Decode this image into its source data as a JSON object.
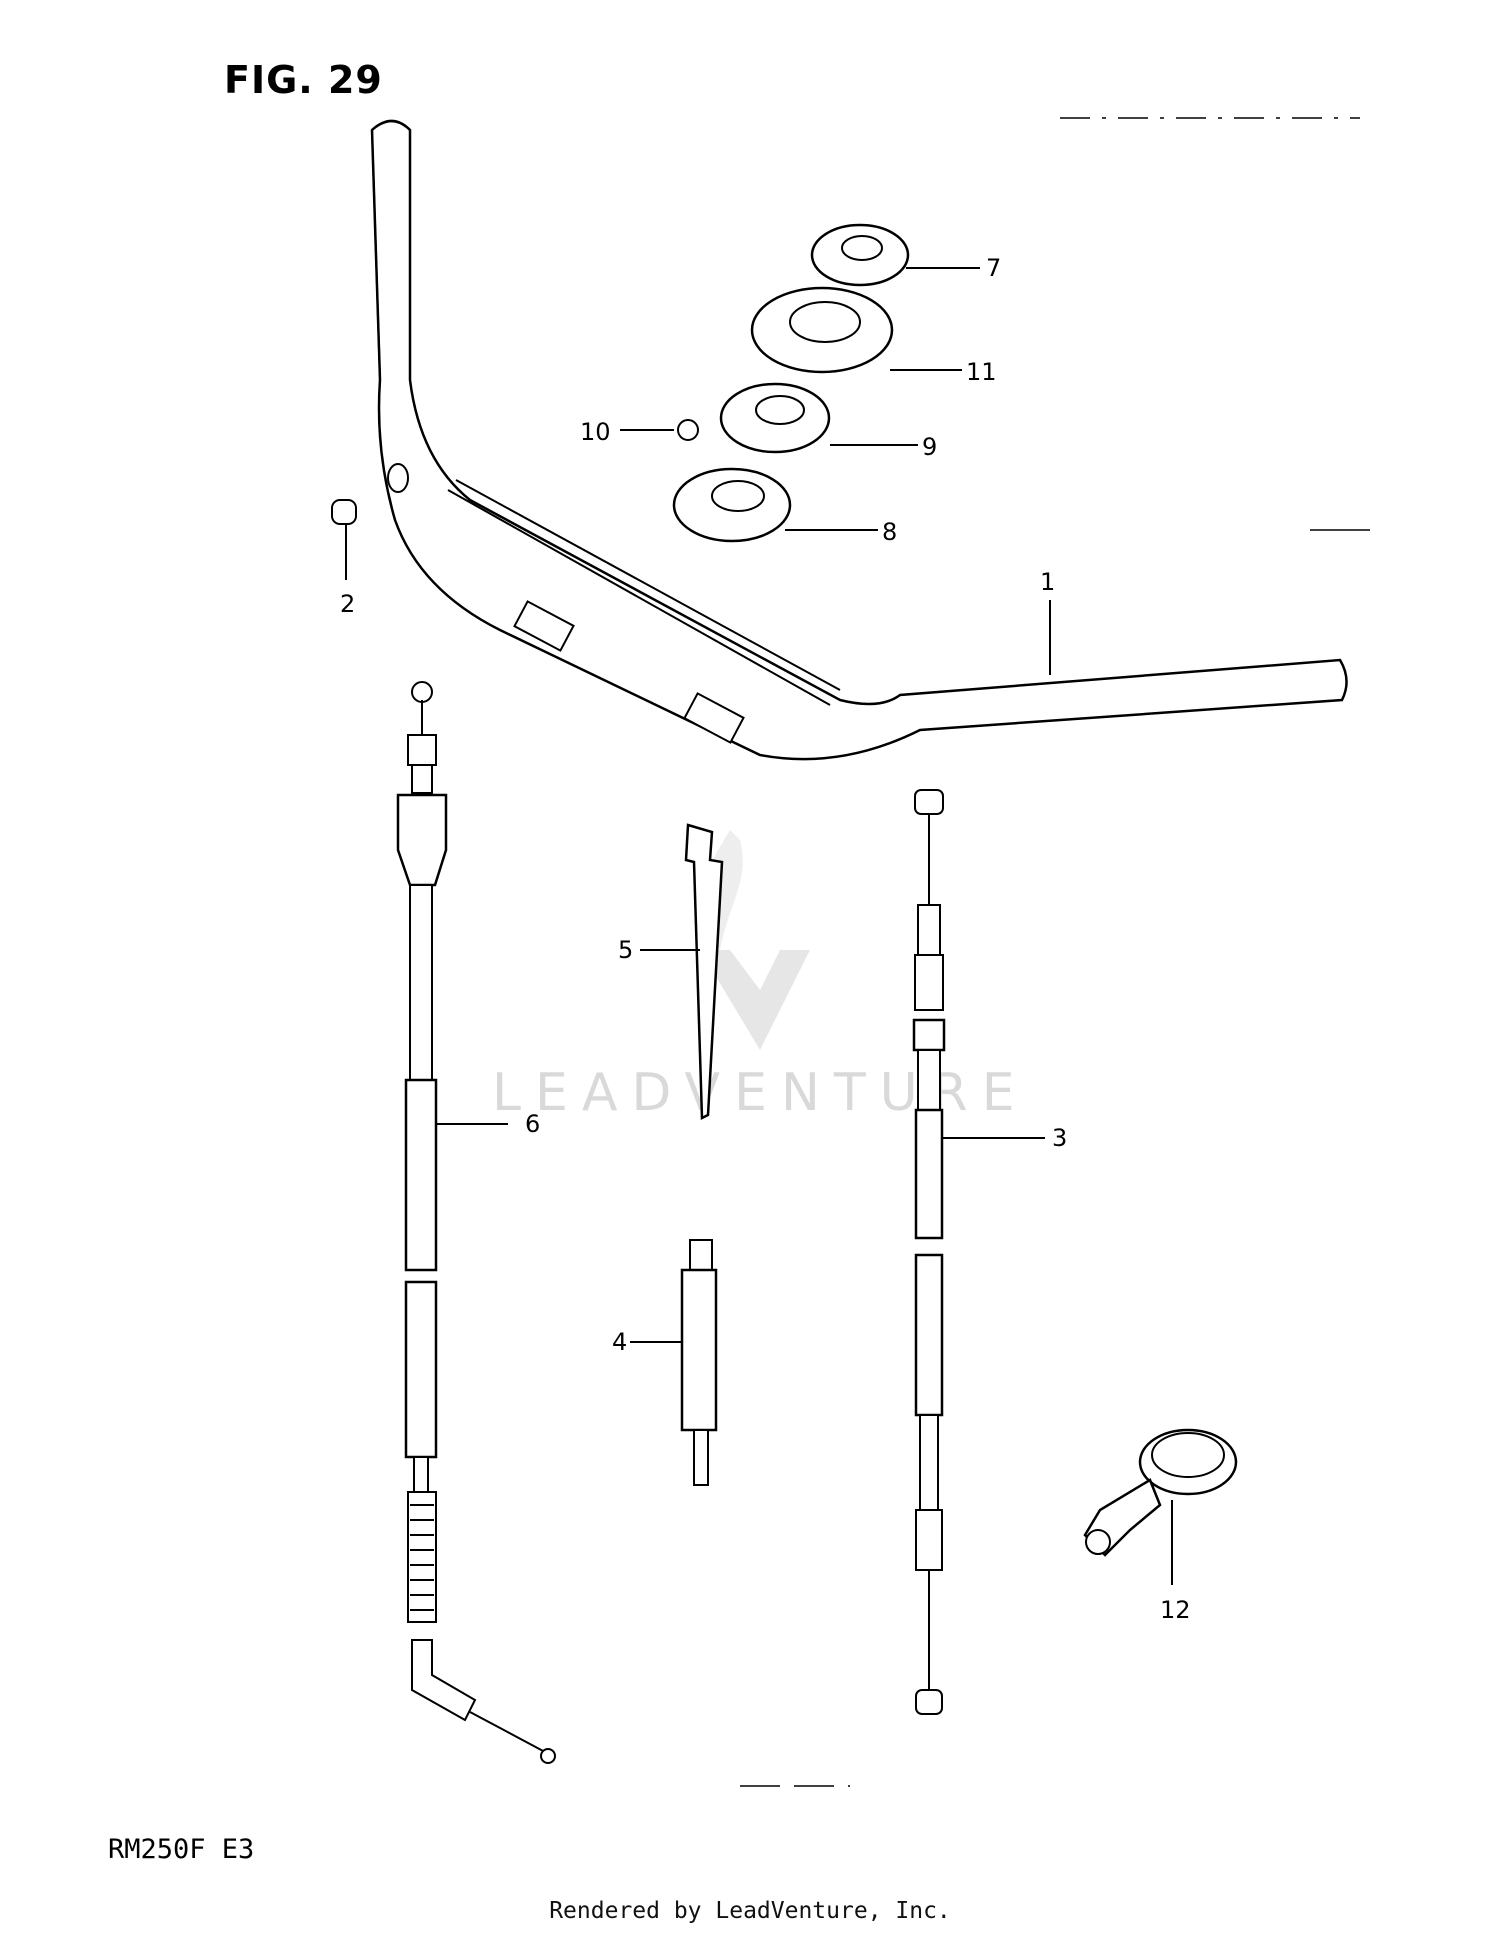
{
  "figure": {
    "title": "FIG. 29",
    "model": "RM250F E3",
    "footer": "Rendered by LeadVenture, Inc.",
    "watermark": "LEADVENTURE"
  },
  "callouts": [
    {
      "id": "1",
      "label": "1"
    },
    {
      "id": "2",
      "label": "2"
    },
    {
      "id": "3",
      "label": "3"
    },
    {
      "id": "4",
      "label": "4"
    },
    {
      "id": "5",
      "label": "5"
    },
    {
      "id": "6",
      "label": "6"
    },
    {
      "id": "7",
      "label": "7"
    },
    {
      "id": "8",
      "label": "8"
    },
    {
      "id": "9",
      "label": "9"
    },
    {
      "id": "10",
      "label": "10"
    },
    {
      "id": "11",
      "label": "11"
    },
    {
      "id": "12",
      "label": "12"
    }
  ]
}
